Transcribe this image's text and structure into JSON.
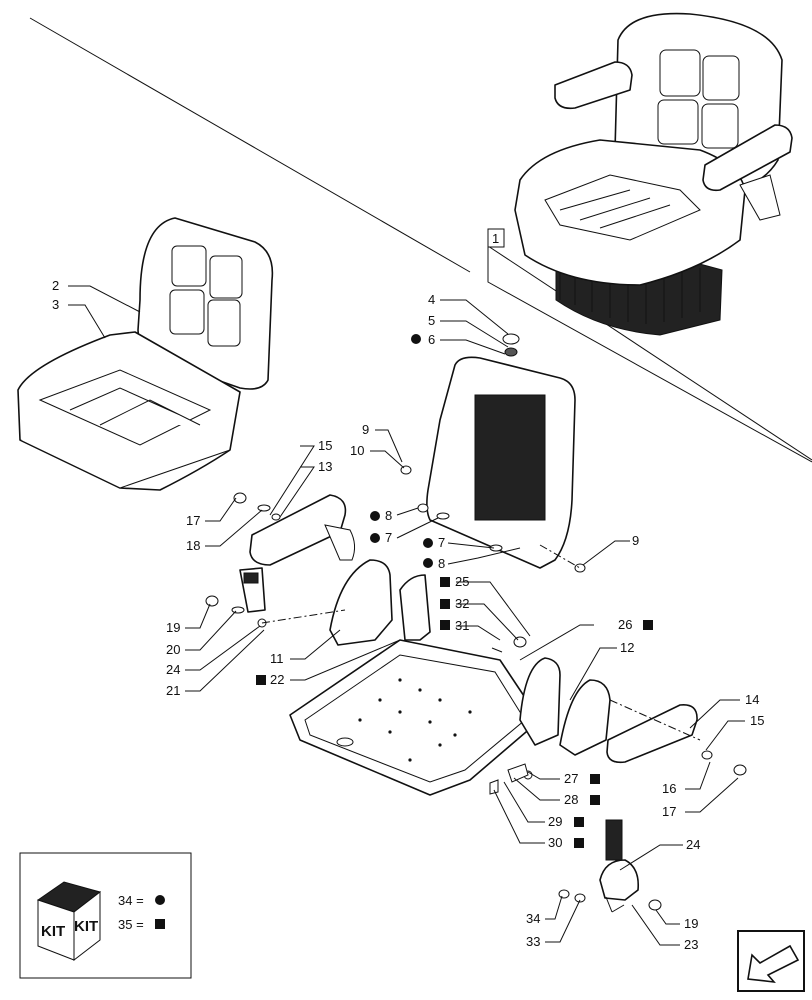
{
  "callouts": {
    "c1": "1",
    "c2": "2",
    "c3": "3",
    "c4": "4",
    "c5": "5",
    "c6": "6",
    "c7a": "7",
    "c7b": "7",
    "c8a": "8",
    "c8b": "8",
    "c9a": "9",
    "c9b": "9",
    "c10": "10",
    "c11": "11",
    "c12": "12",
    "c13": "13",
    "c14": "14",
    "c15a": "15",
    "c15b": "15",
    "c16": "16",
    "c17a": "17",
    "c17b": "17",
    "c18": "18",
    "c19a": "19",
    "c19b": "19",
    "c20": "20",
    "c21": "21",
    "c22": "22",
    "c23": "23",
    "c24a": "24",
    "c24b": "24",
    "c25": "25",
    "c26": "26",
    "c27": "27",
    "c28": "28",
    "c29": "29",
    "c30": "30",
    "c31": "31",
    "c32": "32",
    "c33": "33",
    "c34": "34"
  },
  "kit_legend": {
    "kit_word": "KIT",
    "row1_label": "34 =",
    "row2_label": "35 =",
    "row1_symbol": "dot",
    "row2_symbol": "square"
  },
  "icons": [
    "kit-box-icon",
    "circle-kit-marker",
    "square-kit-marker",
    "navigation-arrow-icon"
  ],
  "colors": {
    "ink": "#111111",
    "paper": "#ffffff"
  }
}
